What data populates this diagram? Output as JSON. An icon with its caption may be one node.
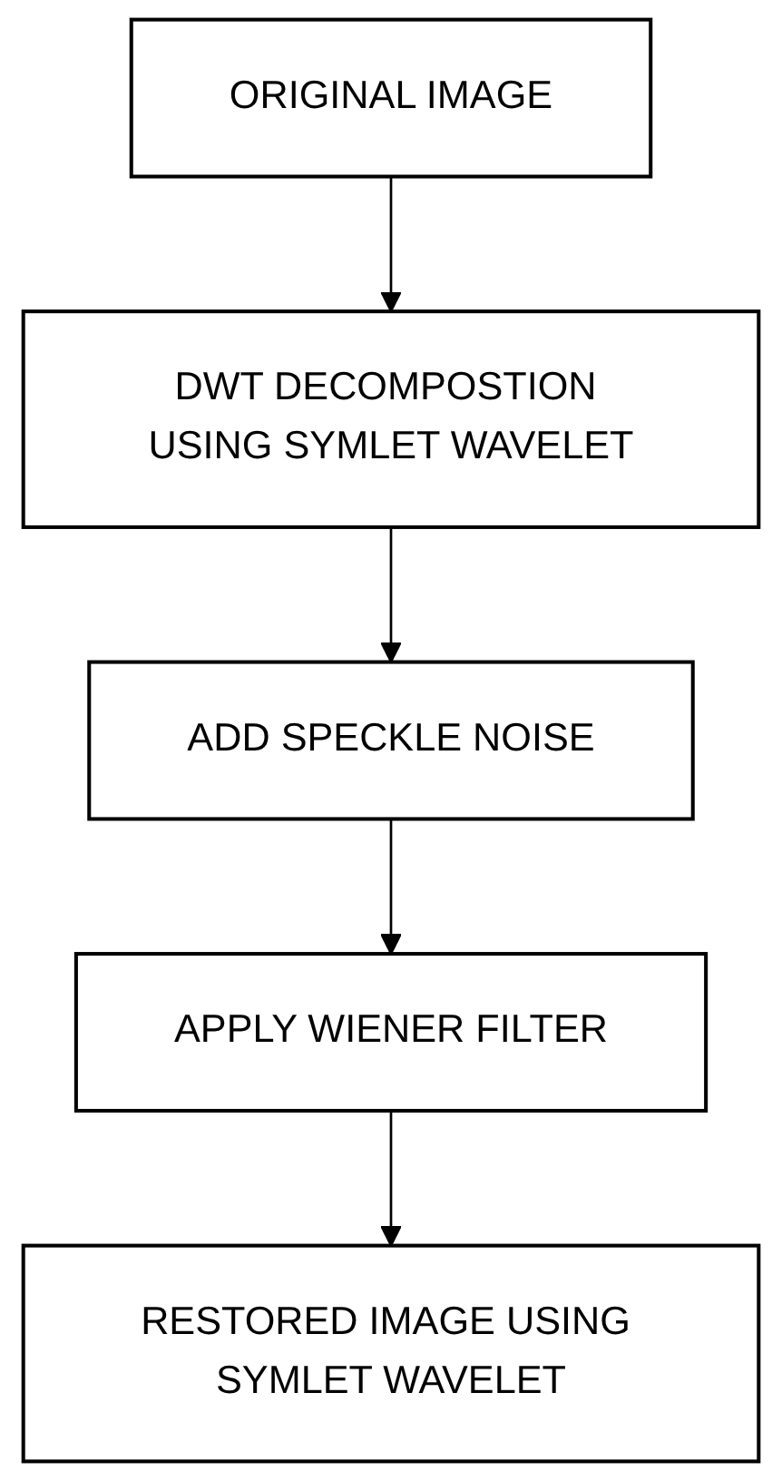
{
  "diagram": {
    "nodes": [
      {
        "text": [
          "ORIGINAL IMAGE"
        ]
      },
      {
        "text": [
          "DWT DECOMPOSTION USING SYMLET WAVELET"
        ]
      },
      {
        "text": [
          "ADD SPECKLE NOISE"
        ]
      },
      {
        "text": [
          "APPLY WIENER FILTER"
        ]
      },
      {
        "text": [
          "RESTORED IMAGE USING SYMLET WAVELET"
        ]
      }
    ],
    "edges": [
      {
        "from": 0,
        "to": 1,
        "arrow": "to"
      },
      {
        "from": 1,
        "to": 2,
        "arrow": "to"
      },
      {
        "from": 2,
        "to": 3,
        "arrow": "to"
      },
      {
        "from": 3,
        "to": 4,
        "arrow": "to"
      }
    ]
  }
}
